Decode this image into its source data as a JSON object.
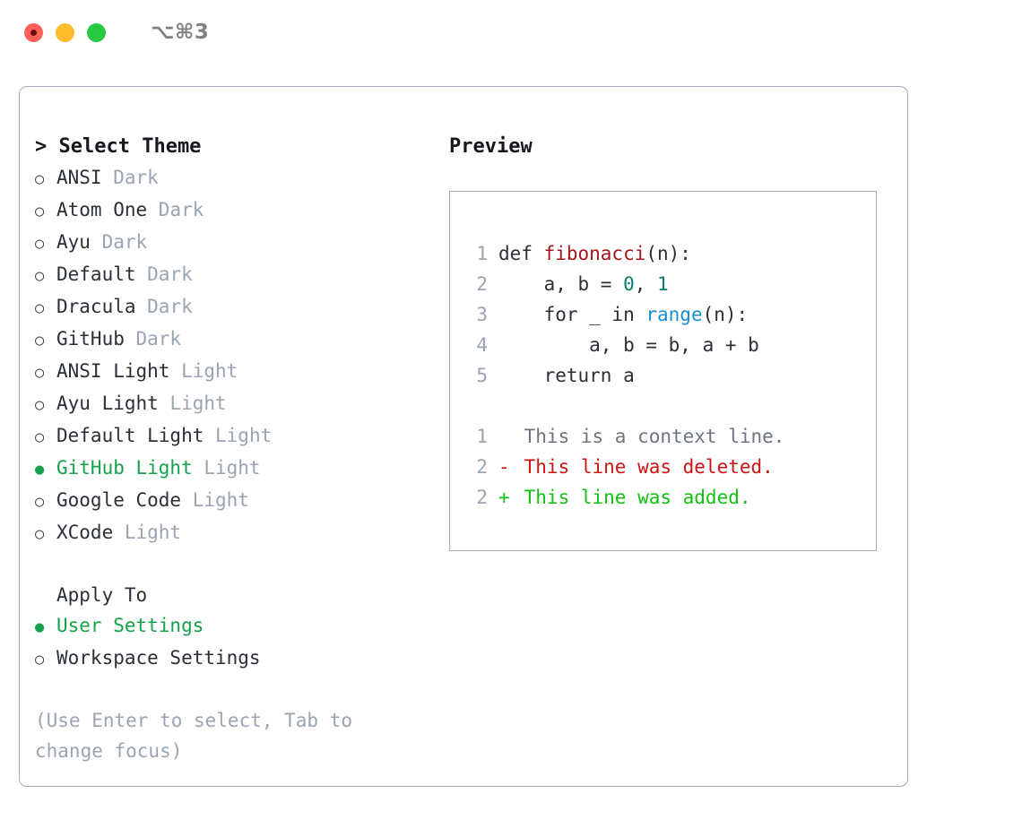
{
  "window": {
    "traffic_lights": [
      "close-red",
      "minimize-yellow",
      "zoom-green"
    ],
    "shortcut": "⌥⌘3"
  },
  "theme_selector": {
    "heading": "> Select Theme",
    "items": [
      {
        "marker": "○",
        "name": "ANSI",
        "variant": "Dark",
        "selected": false
      },
      {
        "marker": "○",
        "name": "Atom One",
        "variant": "Dark",
        "selected": false
      },
      {
        "marker": "○",
        "name": "Ayu",
        "variant": "Dark",
        "selected": false
      },
      {
        "marker": "○",
        "name": "Default",
        "variant": "Dark",
        "selected": false
      },
      {
        "marker": "○",
        "name": "Dracula",
        "variant": "Dark",
        "selected": false
      },
      {
        "marker": "○",
        "name": "GitHub",
        "variant": "Dark",
        "selected": false
      },
      {
        "marker": "○",
        "name": "ANSI Light",
        "variant": "Light",
        "selected": false
      },
      {
        "marker": "○",
        "name": "Ayu Light",
        "variant": "Light",
        "selected": false
      },
      {
        "marker": "○",
        "name": "Default Light",
        "variant": "Light",
        "selected": false
      },
      {
        "marker": "●",
        "name": "GitHub Light",
        "variant": "Light",
        "selected": true
      },
      {
        "marker": "○",
        "name": "Google Code",
        "variant": "Light",
        "selected": false
      },
      {
        "marker": "○",
        "name": "XCode",
        "variant": "Light",
        "selected": false
      }
    ]
  },
  "apply_to": {
    "label": "Apply To",
    "items": [
      {
        "marker": "●",
        "name": "User Settings",
        "selected": true
      },
      {
        "marker": "○",
        "name": "Workspace Settings",
        "selected": false
      }
    ]
  },
  "hint": "(Use Enter to select, Tab to change focus)",
  "preview": {
    "title": "Preview",
    "code_lines": [
      {
        "num": "1",
        "parts": [
          {
            "t": "def ",
            "c": "plain"
          },
          {
            "t": "fibonacci",
            "c": "fn"
          },
          {
            "t": "(n):",
            "c": "plain"
          }
        ]
      },
      {
        "num": "2",
        "parts": [
          {
            "t": "    a, b = ",
            "c": "plain"
          },
          {
            "t": "0",
            "c": "num"
          },
          {
            "t": ", ",
            "c": "plain"
          },
          {
            "t": "1",
            "c": "num"
          }
        ]
      },
      {
        "num": "3",
        "parts": [
          {
            "t": "    for _ in ",
            "c": "plain"
          },
          {
            "t": "range",
            "c": "call"
          },
          {
            "t": "(n):",
            "c": "plain"
          }
        ]
      },
      {
        "num": "4",
        "parts": [
          {
            "t": "        a, b = b, a + b",
            "c": "plain"
          }
        ]
      },
      {
        "num": "5",
        "parts": [
          {
            "t": "    return a",
            "c": "plain"
          }
        ]
      }
    ],
    "diff_lines": [
      {
        "num": "1",
        "sign": " ",
        "text": "This is a context line.",
        "kind": "ctx"
      },
      {
        "num": "2",
        "sign": "-",
        "text": "This line was deleted.",
        "kind": "del"
      },
      {
        "num": "2",
        "sign": "+",
        "text": "This line was added.",
        "kind": "add"
      }
    ]
  },
  "colors": {
    "selected_green": "#14a349",
    "muted": "#9aa4b2",
    "border": "#a3acba",
    "fn_red": "#a3151c",
    "num_teal": "#0c7a6d",
    "call_blue": "#188fd0",
    "diff_del": "#d01414",
    "diff_add": "#12c212"
  }
}
